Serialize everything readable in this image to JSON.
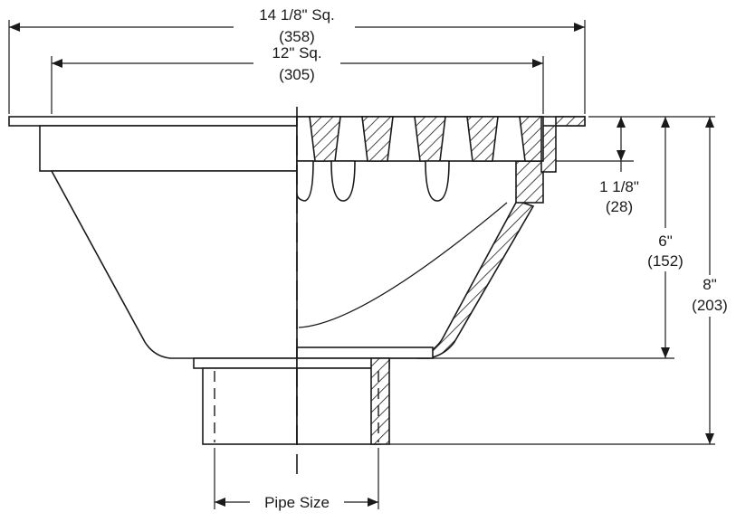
{
  "dimensions": {
    "overall_width": {
      "inch": "14 1/8\" Sq.",
      "mm": "(358)"
    },
    "grate_width": {
      "inch": "12\" Sq.",
      "mm": "(305)"
    },
    "grate_depth": {
      "inch": "1 1/8\"",
      "mm": "(28)"
    },
    "body_depth": {
      "inch": "6\"",
      "mm": "(152)"
    },
    "total_height": {
      "inch": "8\"",
      "mm": "(203)"
    },
    "pipe": {
      "label": "Pipe Size"
    }
  }
}
